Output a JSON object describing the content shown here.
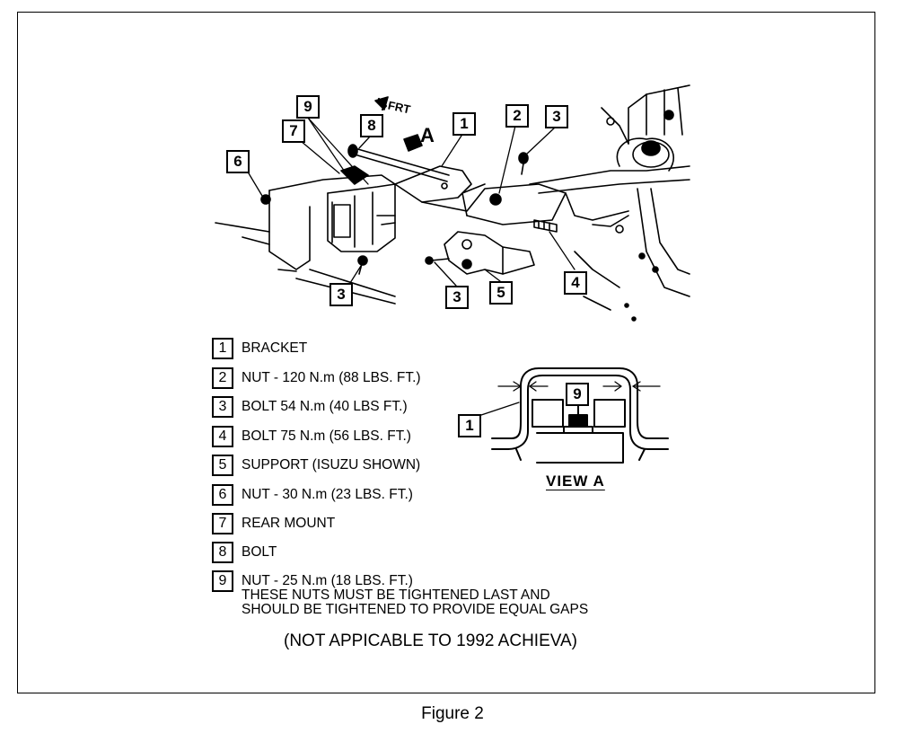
{
  "figure": {
    "caption": "Figure 2",
    "view_label": "VIEW A",
    "frt_label": "FRT",
    "view_letter": "A",
    "note": "(NOT APPICABLE TO 1992 ACHIEVA)"
  },
  "callouts": {
    "c1": "1",
    "c2": "2",
    "c3a": "3",
    "c3b": "3",
    "c3c": "3",
    "c4": "4",
    "c5": "5",
    "c6": "6",
    "c7": "7",
    "c8": "8",
    "c9": "9",
    "va1": "1",
    "va9": "9"
  },
  "legend": [
    {
      "num": "1",
      "text": "BRACKET"
    },
    {
      "num": "2",
      "text": "NUT - 120 N.m (88 LBS. FT.)"
    },
    {
      "num": "3",
      "text": "BOLT 54 N.m (40 LBS FT.)"
    },
    {
      "num": "4",
      "text": "BOLT 75 N.m (56 LBS. FT.)"
    },
    {
      "num": "5",
      "text": "SUPPORT (ISUZU SHOWN)"
    },
    {
      "num": "6",
      "text": "NUT - 30 N.m (23 LBS. FT.)"
    },
    {
      "num": "7",
      "text": "REAR MOUNT"
    },
    {
      "num": "8",
      "text": "BOLT"
    },
    {
      "num": "9",
      "text": "NUT - 25 N.m (18 LBS. FT.)",
      "line2": "THESE NUTS MUST BE TIGHTENED LAST AND",
      "line3": "SHOULD BE TIGHTENED TO PROVIDE EQUAL GAPS"
    }
  ]
}
